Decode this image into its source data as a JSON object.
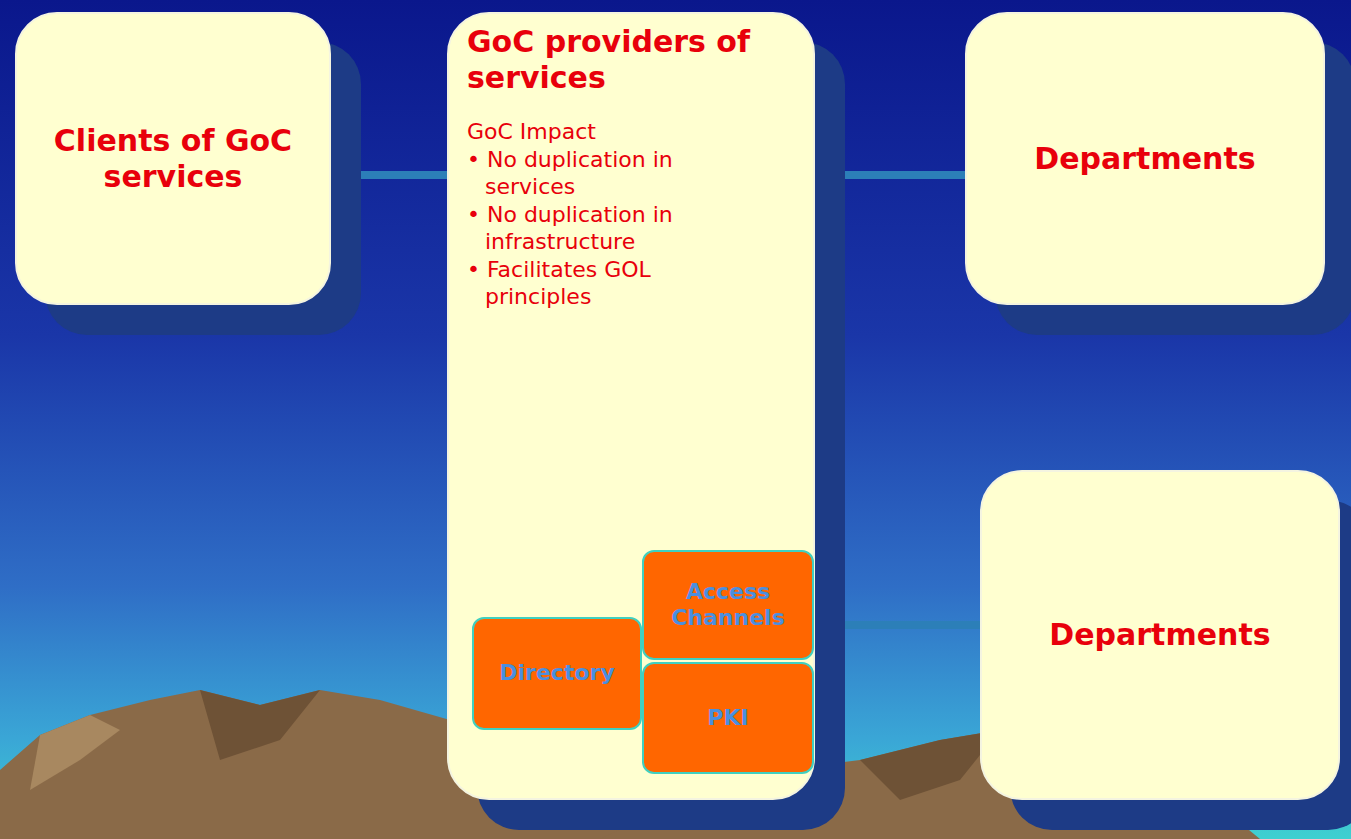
{
  "diagram": {
    "nodes": [
      {
        "text": [
          "Clients of GoC services"
        ]
      },
      {
        "text": [
          "GoC providers of services",
          "GoC Impact",
          "• No duplication in services",
          "• No duplication in infrastructure",
          "• Facilitates GOL principles"
        ]
      },
      {
        "text": [
          "Access Channels"
        ],
        "in": 1
      },
      {
        "text": [
          "Directory"
        ],
        "in": 1
      },
      {
        "text": [
          "PKI"
        ],
        "in": 1
      },
      {
        "text": [
          "Departments"
        ]
      },
      {
        "text": [
          "Departments"
        ]
      }
    ],
    "edges": [
      {
        "from": 0,
        "to": 1,
        "arrow": "none"
      },
      {
        "from": 1,
        "to": 5,
        "arrow": "none"
      },
      {
        "from": 1,
        "to": 6,
        "arrow": "none"
      }
    ]
  }
}
